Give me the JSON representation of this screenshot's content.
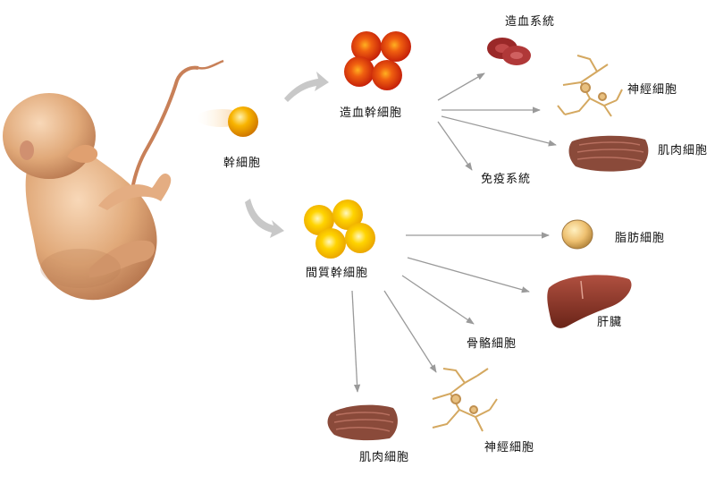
{
  "labels": {
    "stem_cell": "幹細胞",
    "hematopoietic_stem_cell": "造血幹細胞",
    "mesenchymal_stem_cell": "間質幹細胞",
    "blood_system": "造血系統",
    "nerve_cell_top": "神經細胞",
    "muscle_cell_top": "肌肉細胞",
    "immune_system": "免疫系統",
    "fat_cell": "脂肪細胞",
    "liver": "肝臟",
    "bone_cell": "骨骼細胞",
    "muscle_cell_bottom": "肌肉細胞",
    "nerve_cell_bottom": "神經細胞"
  },
  "colors": {
    "cell_orange": "#f5a800",
    "cell_red": "#e03010",
    "cell_yellow": "#f8c800",
    "arrow_gray": "#9a9a9a",
    "rbc_red": "#b03030",
    "muscle_brown": "#8a4a3a",
    "liver_brown": "#8a3a2a",
    "fat_tan": "#e8c070",
    "nerve_tan": "#d8b070",
    "skin": "#e8b890"
  }
}
